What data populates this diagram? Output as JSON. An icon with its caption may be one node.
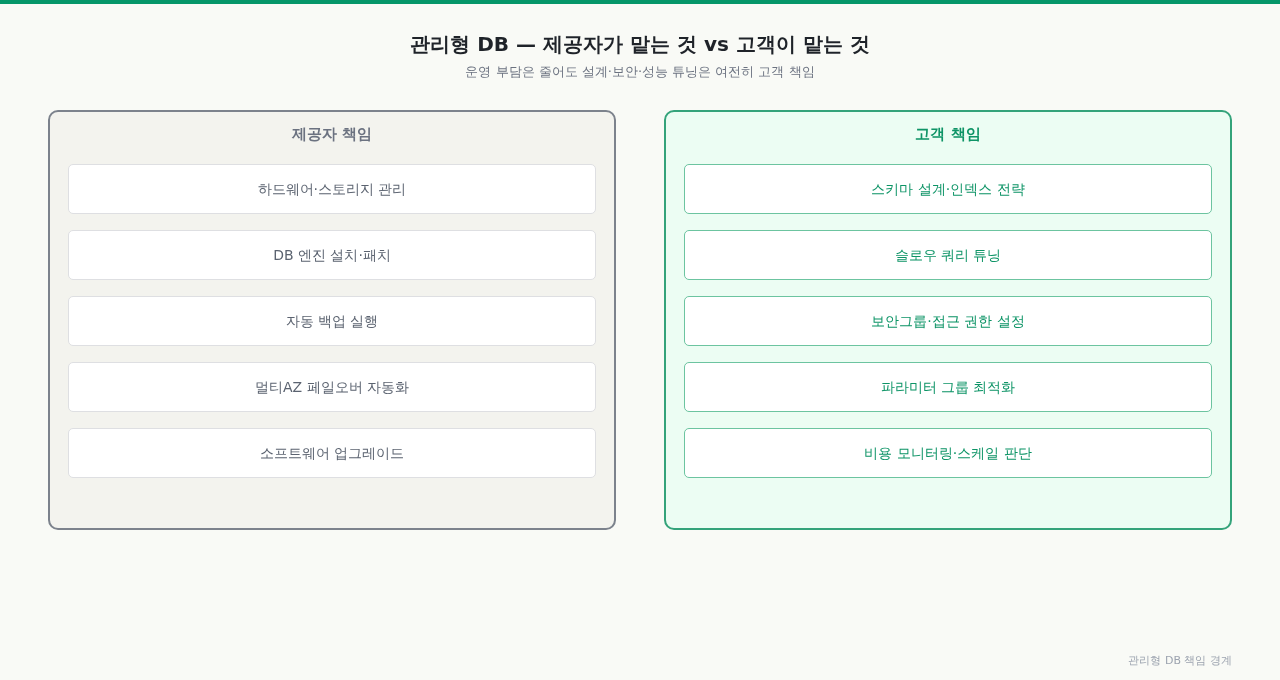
{
  "diagram": {
    "title": "관리형 DB — 제공자가 맡는 것 vs 고객이 맡는 것",
    "caption": "운영 부담은 줄어도 설계·보안·성능 튜닝은 여전히 고객 책임",
    "nodes": [
      {
        "text": [
          "제공자 책임"
        ]
      },
      {
        "text": [
          "하드웨어·스토리지 관리"
        ],
        "in": 0
      },
      {
        "text": [
          "DB 엔진 설치·패치"
        ],
        "in": 0
      },
      {
        "text": [
          "자동 백업 실행"
        ],
        "in": 0
      },
      {
        "text": [
          "멀티AZ 페일오버 자동화"
        ],
        "in": 0
      },
      {
        "text": [
          "소프트웨어 업그레이드"
        ],
        "in": 0
      },
      {
        "text": [
          "고객 책임"
        ]
      },
      {
        "text": [
          "스키마 설계·인덱스 전략"
        ],
        "in": 6
      },
      {
        "text": [
          "슬로우 쿼리 튜닝"
        ],
        "in": 6
      },
      {
        "text": [
          "보안그룹·접근 권한 설정"
        ],
        "in": 6
      },
      {
        "text": [
          "파라미터 그룹 최적화"
        ],
        "in": 6
      },
      {
        "text": [
          "비용 모니터링·스케일 판단"
        ],
        "in": 6
      }
    ],
    "labels": [
      "관리형 DB 책임 경계"
    ]
  }
}
